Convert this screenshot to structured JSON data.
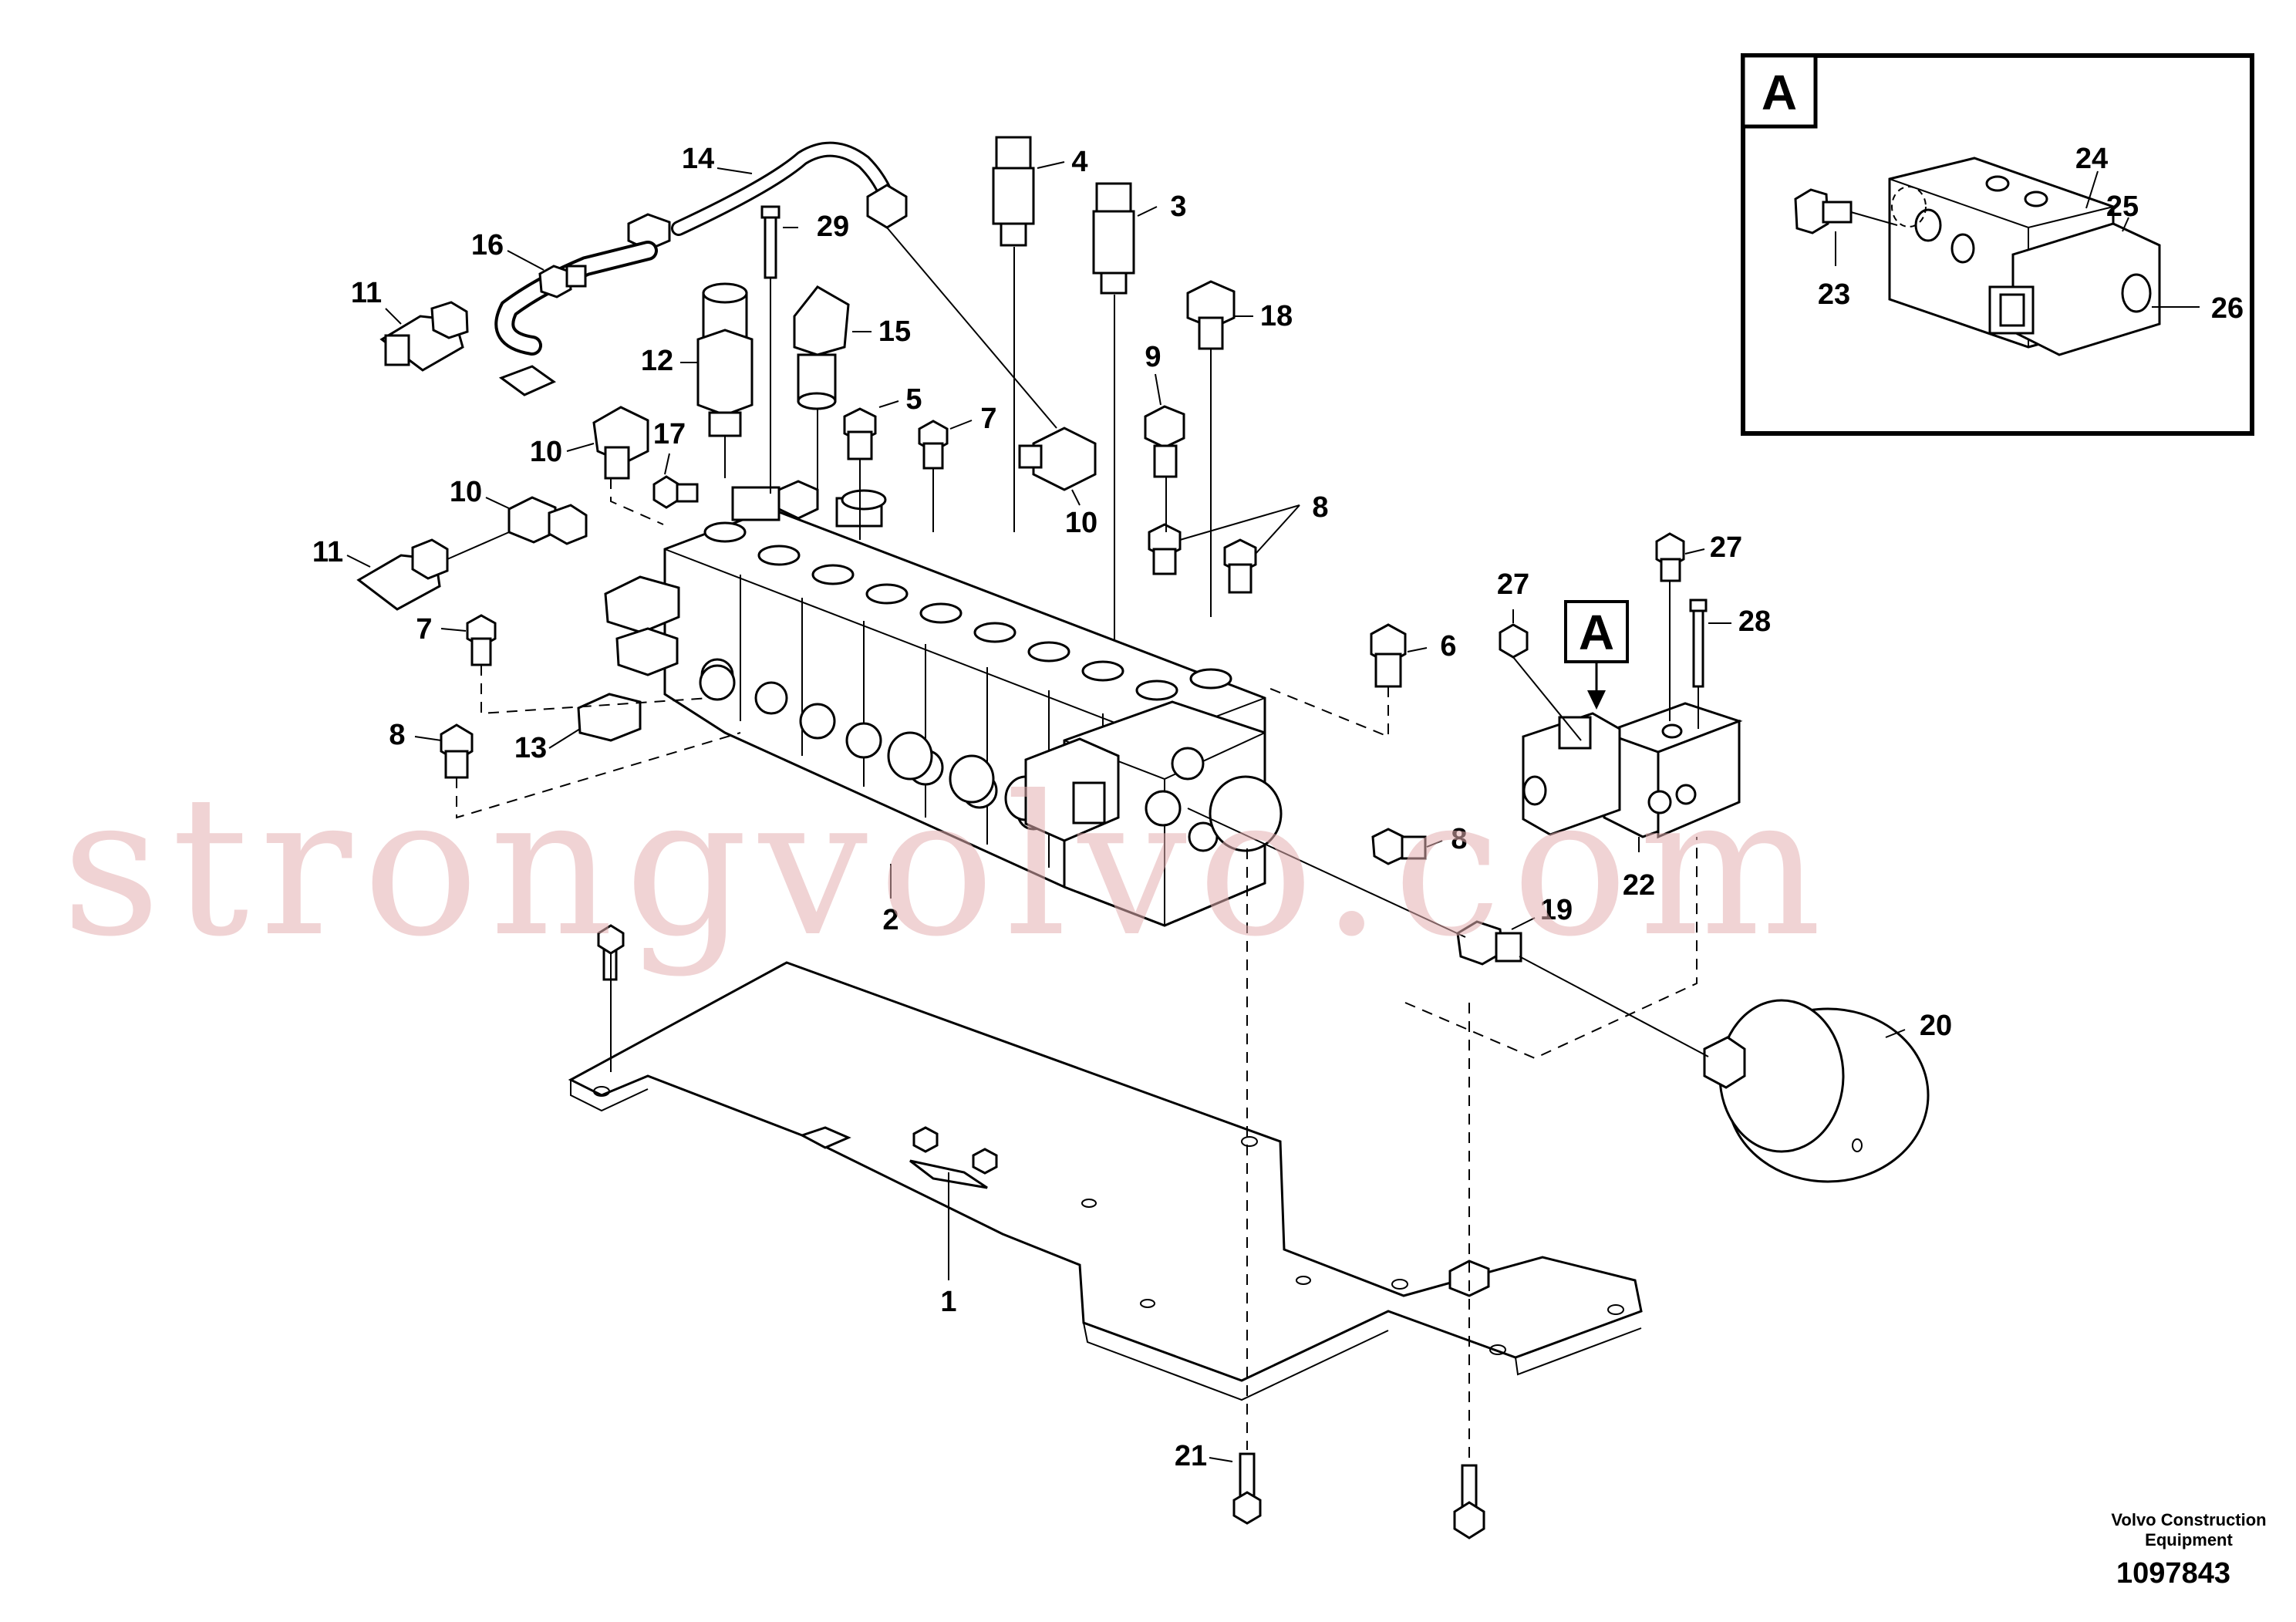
{
  "callouts": {
    "c1": "1",
    "c2": "2",
    "c3": "3",
    "c4": "4",
    "c5": "5",
    "c6": "6",
    "c7a": "7",
    "c7b": "7",
    "c8a": "8",
    "c8b": "8",
    "c8c": "8",
    "c9": "9",
    "c10a": "10",
    "c10b": "10",
    "c10c": "10",
    "c11a": "11",
    "c11b": "11",
    "c12": "12",
    "c13": "13",
    "c14": "14",
    "c15": "15",
    "c16": "16",
    "c17": "17",
    "c18": "18",
    "c19": "19",
    "c20": "20",
    "c21": "21",
    "c22": "22",
    "c23": "23",
    "c24": "24",
    "c25": "25",
    "c26": "26",
    "c27a": "27",
    "c27b": "27",
    "c28": "28",
    "c29": "29"
  },
  "detail": {
    "tag": "A",
    "pointer_tag": "A"
  },
  "watermark": "strongvolvo.com",
  "credit": {
    "line1": "Volvo Construction",
    "line2": "Equipment"
  },
  "doc_number": "1097843"
}
